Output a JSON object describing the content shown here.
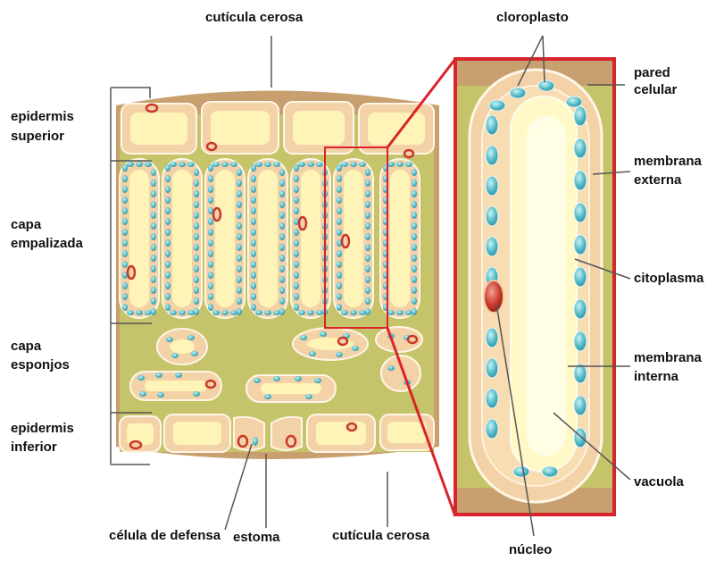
{
  "labels": {
    "cuticula_top": "cutícula cerosa",
    "cloroplasto": "cloroplasto",
    "pared_1": "pared",
    "pared_2": "celular",
    "epidermis_sup_1": "epidermis",
    "epidermis_sup_2": "superior",
    "membrana_ext_1": "membrana",
    "membrana_ext_2": "externa",
    "capa_emp_1": "capa",
    "capa_emp_2": "empalizada",
    "citoplasma": "citoplasma",
    "capa_esp_1": "capa",
    "capa_esp_2": "esponjos",
    "membrana_int_1": "membrana",
    "membrana_int_2": "interna",
    "epidermis_inf_1": "epidermis",
    "epidermis_inf_2": "inferior",
    "vacuola": "vacuola",
    "celula_defensa": "célula de defensa",
    "estoma": "estoma",
    "cuticula_bottom": "cutícula cerosa",
    "nucleo": "núcleo"
  },
  "colors": {
    "leaf_bg": "#c6c46a",
    "cuticle": "#c8a070",
    "cell_wall": "#f3d2a8",
    "cytoplasm": "#f8dcb2",
    "vacuole": "#fff9c8",
    "chloroplast": "#52b9c6",
    "nucleus": "#c8382a",
    "highlight": "#d8242a"
  }
}
